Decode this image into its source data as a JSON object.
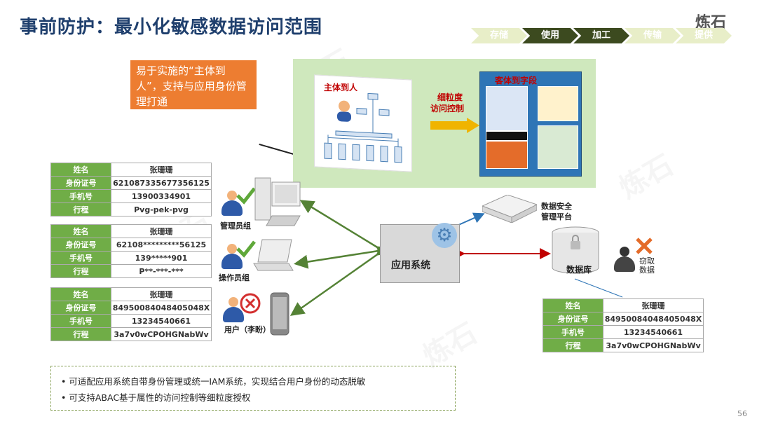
{
  "slide": {
    "title": "事前防护：最小化敏感数据访问范围",
    "page_number": "56",
    "logo_text": "炼石"
  },
  "steps": [
    {
      "label": "存储",
      "active": false
    },
    {
      "label": "使用",
      "active": true
    },
    {
      "label": "加工",
      "active": true
    },
    {
      "label": "传输",
      "active": false
    },
    {
      "label": "提供",
      "active": false
    }
  ],
  "callout": {
    "text": "易于实施的“主体到人”，支持与应用身份管理打通"
  },
  "diagram": {
    "subject_label": "主体到人",
    "control_label_1": "细粒度",
    "control_label_2": "访问控制",
    "object_label": "客体到字段"
  },
  "tables": {
    "admin": [
      {
        "k": "姓名",
        "v": "张珊珊"
      },
      {
        "k": "身份证号",
        "v": "621087335677356125"
      },
      {
        "k": "手机号",
        "v": "13900334901"
      },
      {
        "k": "行程",
        "v": "Pvg-pek-pvg"
      }
    ],
    "operator": [
      {
        "k": "姓名",
        "v": "张珊珊"
      },
      {
        "k": "身份证号",
        "v": "62108*********56125"
      },
      {
        "k": "手机号",
        "v": "139*****901"
      },
      {
        "k": "行程",
        "v": "P**-***-***"
      }
    ],
    "user": [
      {
        "k": "姓名",
        "v": "张珊珊"
      },
      {
        "k": "身份证号",
        "v": "84950084048405048X"
      },
      {
        "k": "手机号",
        "v": "13234540661"
      },
      {
        "k": "行程",
        "v": "3a7v0wCPOHGNabWv"
      }
    ],
    "db": [
      {
        "k": "姓名",
        "v": "张珊珊"
      },
      {
        "k": "身份证号",
        "v": "84950084048405048X"
      },
      {
        "k": "手机号",
        "v": "13234540661"
      },
      {
        "k": "行程",
        "v": "3a7v0wCPOHGNabWv"
      }
    ]
  },
  "roles": {
    "admin": "管理员组",
    "operator": "操作员组",
    "user": "用户（李盼）"
  },
  "nodes": {
    "app_system": "应用系统",
    "security_platform_1": "数据安全",
    "security_platform_2": "管理平台",
    "database": "数据库",
    "steal_1": "窃取",
    "steal_2": "数据"
  },
  "bullets": [
    "可适配应用系统自带身份管理或统一IAM系统，实现结合用户身份的动态脱敏",
    "可支持ABAC基于属性的访问控制等细粒度授权"
  ],
  "colors": {
    "title": "#1f3f6d",
    "accent_orange": "#ed7d31",
    "table_header_green": "#70ad47",
    "arrow_green": "#548235",
    "arrow_red": "#c00000",
    "arrow_blue": "#2e75b6"
  }
}
